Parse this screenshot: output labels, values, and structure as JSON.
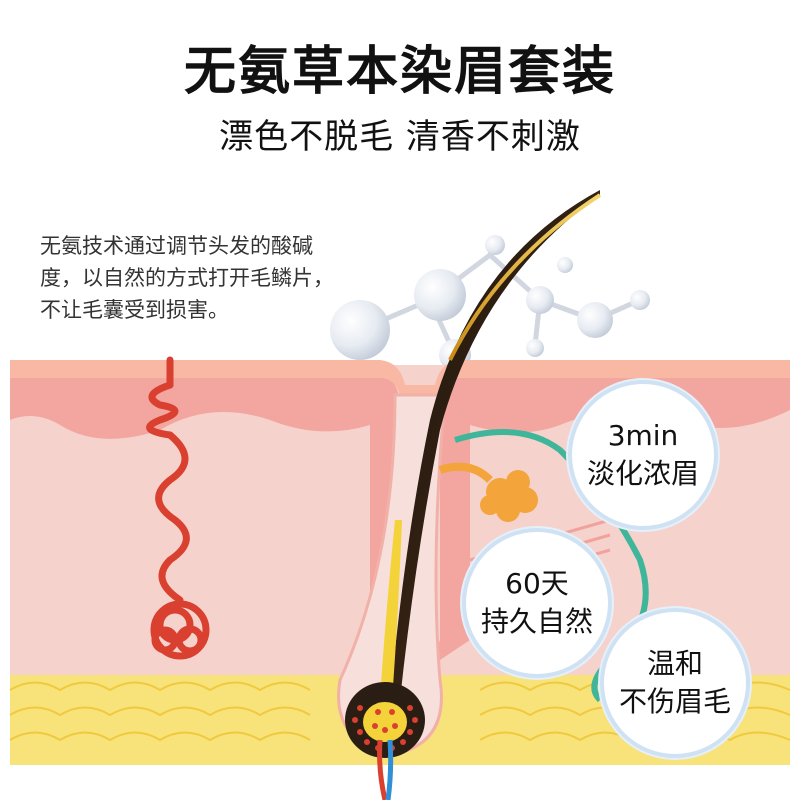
{
  "header": {
    "title": "无氨草本染眉套装",
    "subtitle": "漂色不脱毛 清香不刺激"
  },
  "description": {
    "lines": [
      "无氨技术通过调节头发的酸碱",
      "度，以自然的方式打开毛鳞片，",
      "不让毛囊受到损害。"
    ]
  },
  "badges": [
    {
      "line1": "3min",
      "line2": "淡化浓眉"
    },
    {
      "line1": "60天",
      "line2": "持久自然"
    },
    {
      "line1": "温和",
      "line2": "不伤眉毛"
    }
  ],
  "colors": {
    "skin_surface": "#f6c7c0",
    "epidermis": "#f3a6a0",
    "dermis": "#f6d2cc",
    "fat": "#f7e37a",
    "hair_dark": "#2a1d14",
    "hair_gold": "#d8a21c",
    "gland": "#f3a43a",
    "nerve": "#3fb59a",
    "sweat_gland": "#d9402f",
    "badge_border": "#cfe2f3"
  }
}
